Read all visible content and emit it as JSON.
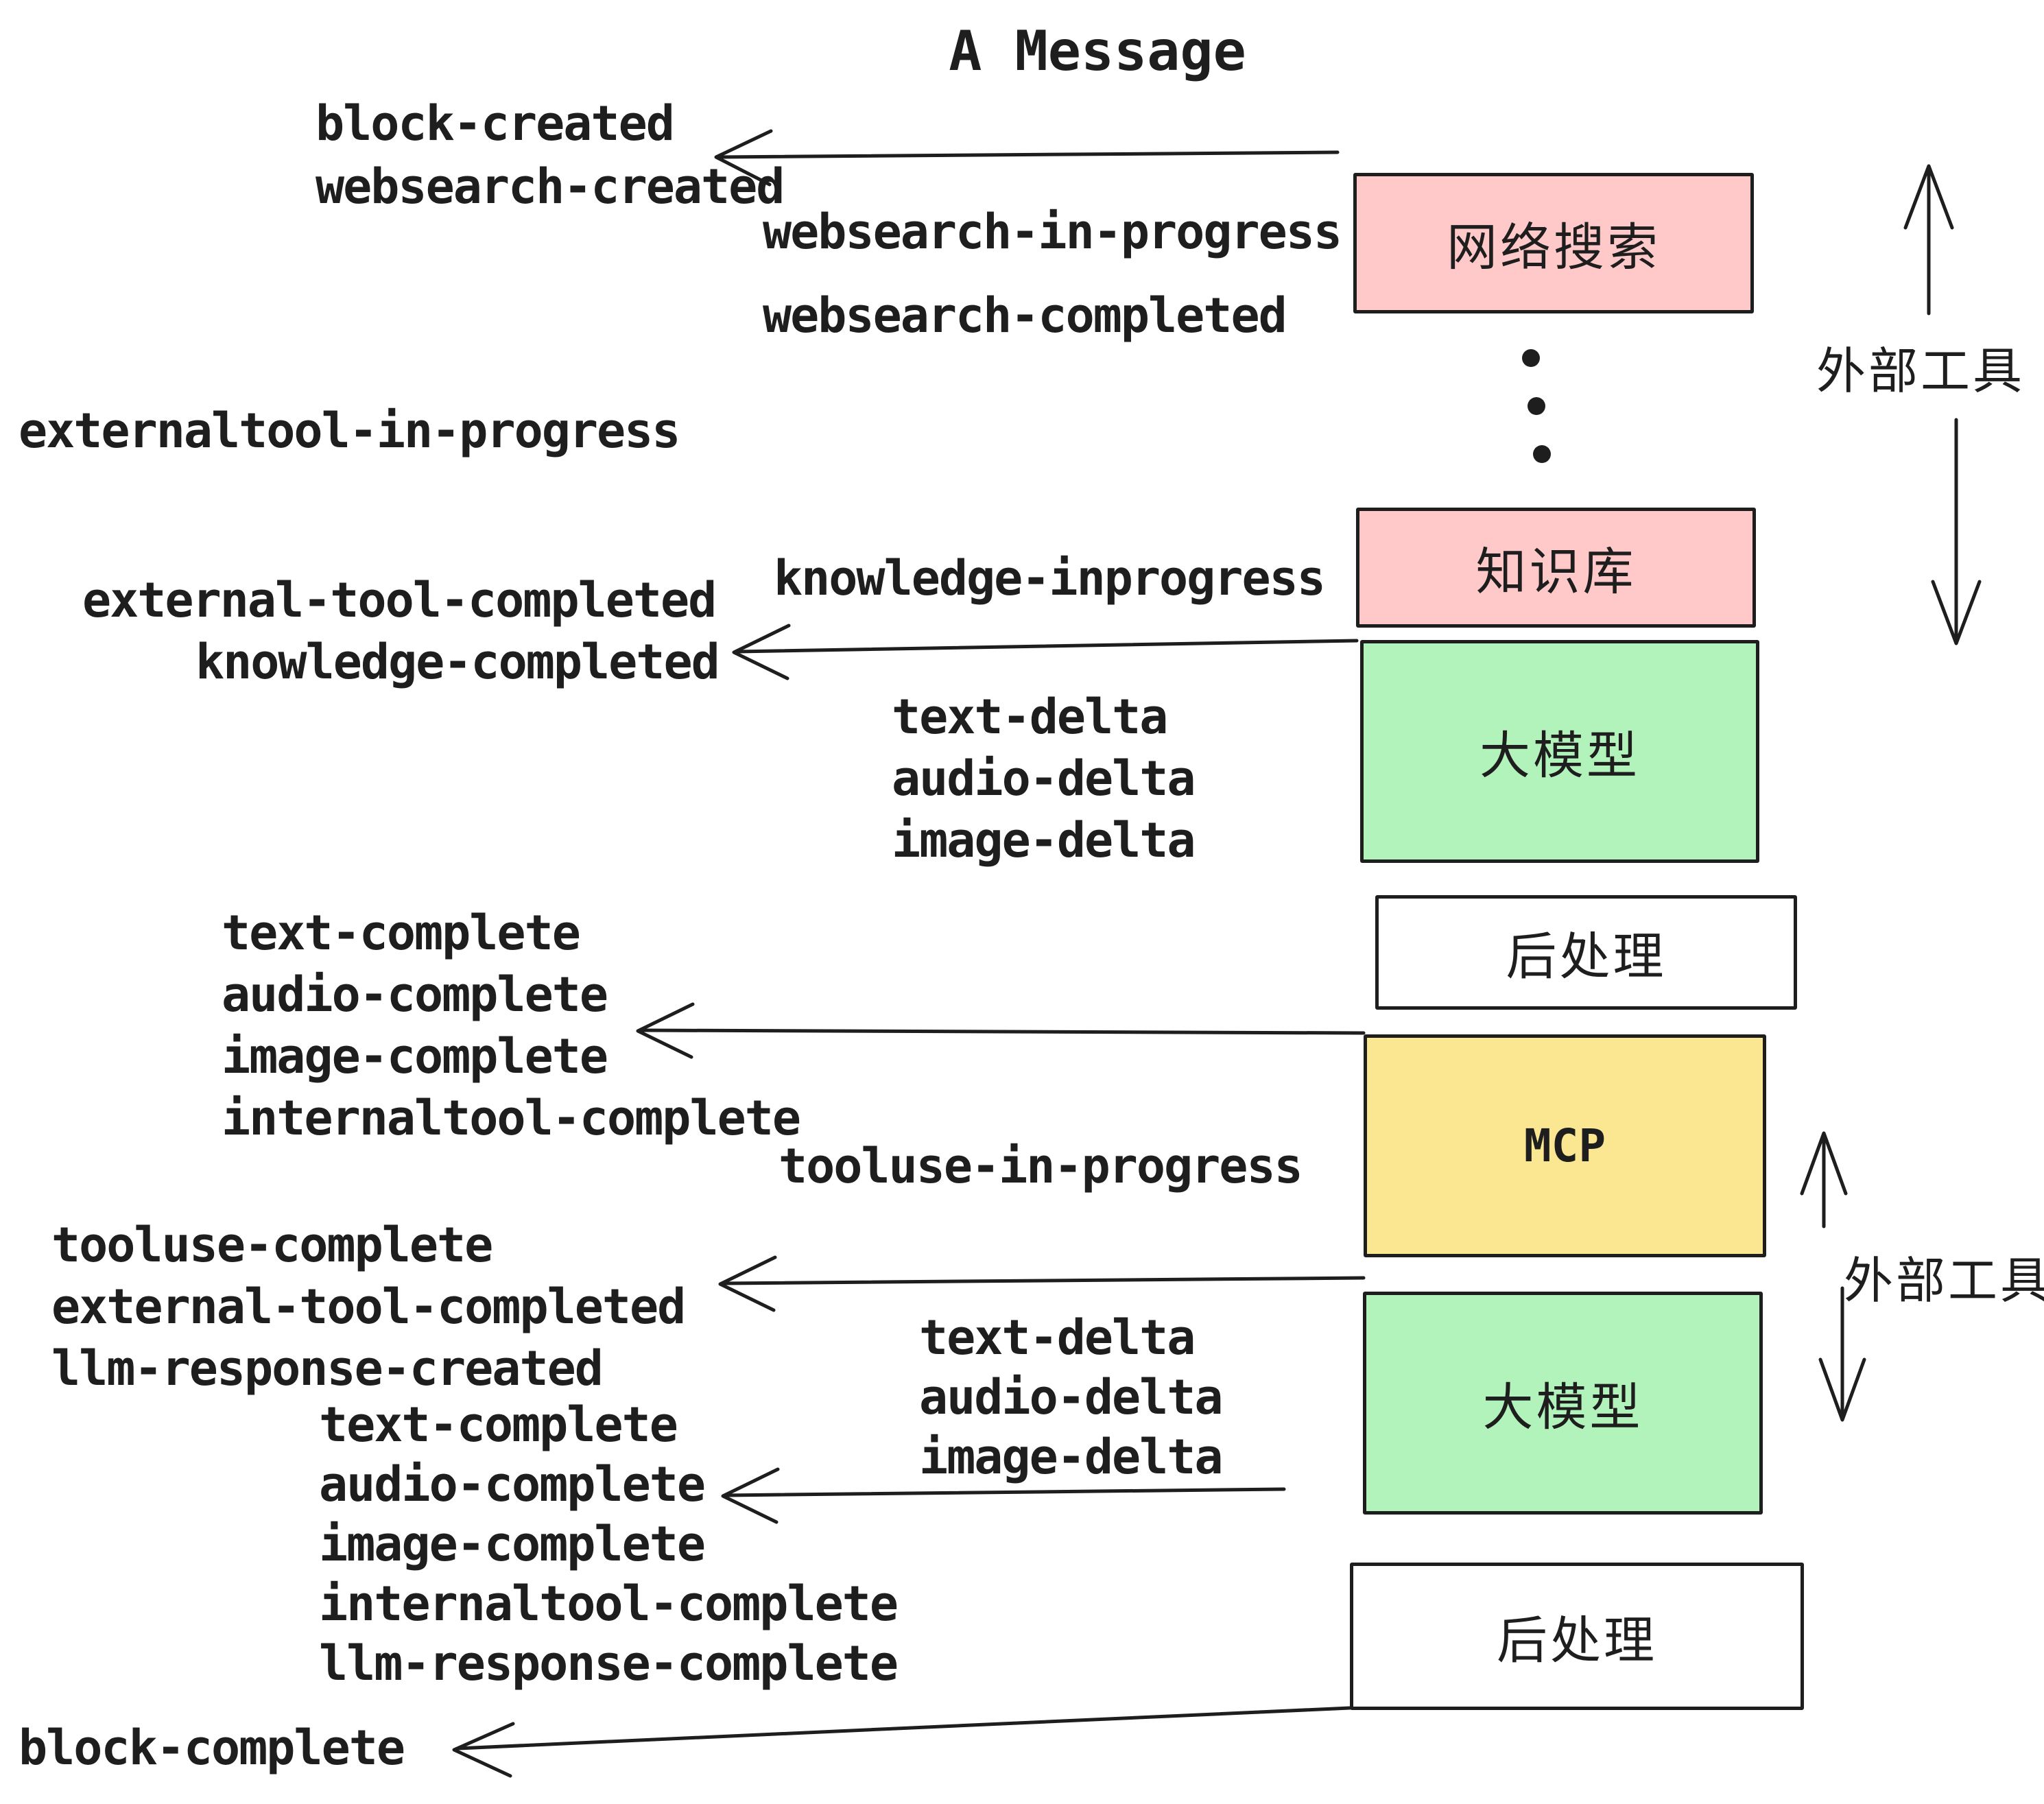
{
  "title": "A Message",
  "colors": {
    "stroke": "#1e1e1e",
    "background": "#ffffff",
    "box_pink": "#ffc9c9",
    "box_green": "#b2f2bb",
    "box_yellow": "#fbe792",
    "box_white": "#ffffff"
  },
  "events": {
    "block_created": "block-created",
    "websearch_created": "websearch-created",
    "websearch_in_progress": "websearch-in-progress",
    "websearch_completed": "websearch-completed",
    "externaltool_in_progress": "externaltool-in-progress",
    "knowledge_inprogress": "knowledge-inprogress",
    "external_tool_completed_1": "external-tool-completed",
    "knowledge_completed": "knowledge-completed",
    "text_delta_1": "text-delta",
    "audio_delta_1": "audio-delta",
    "image_delta_1": "image-delta",
    "text_complete_1": "text-complete",
    "audio_complete_1": "audio-complete",
    "image_complete_1": "image-complete",
    "internaltool_complete_1": "internaltool-complete",
    "tooluse_in_progress": "tooluse-in-progress",
    "tooluse_complete": "tooluse-complete",
    "external_tool_completed_2": "external-tool-completed",
    "llm_response_created": "llm-response-created",
    "text_complete_2": "text-complete",
    "audio_complete_2": "audio-complete",
    "image_complete_2": "image-complete",
    "internaltool_complete_2": "internaltool-complete",
    "llm_response_complete": "llm-response-complete",
    "block_complete": "block-complete"
  },
  "boxes": {
    "websearch": {
      "label": "网络搜索",
      "fill": "#ffc9c9"
    },
    "knowledge": {
      "label": "知识库",
      "fill": "#ffc9c9"
    },
    "llm_1": {
      "label": "大模型",
      "fill": "#b2f2bb"
    },
    "postprocess_1": {
      "label": "后处理",
      "fill": "#ffffff"
    },
    "mcp": {
      "label": "MCP",
      "fill": "#fbe792"
    },
    "llm_2": {
      "label": "大模型",
      "fill": "#b2f2bb"
    },
    "postprocess_2": {
      "label": "后处理",
      "fill": "#ffffff"
    }
  },
  "annotations": {
    "external_tools_top": "外部工具",
    "external_tools_mcp": "外部工具"
  }
}
